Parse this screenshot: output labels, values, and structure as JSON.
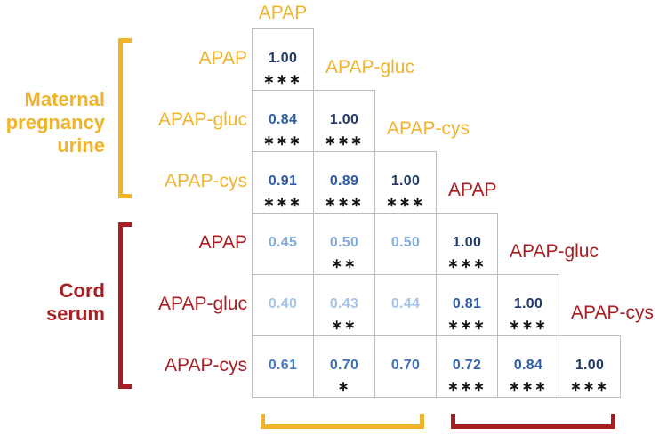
{
  "figure": {
    "groups": [
      {
        "id": "maternal",
        "label": "Maternal\npregnancy\nurine",
        "color": "#F0B42C"
      },
      {
        "id": "cord",
        "label": "Cord\nserum",
        "color": "#A71E23"
      }
    ],
    "grid_line_color": "#BDBDBD",
    "star_color": "#141414"
  },
  "chart_data": {
    "type": "heatmap",
    "description": "Lower-triangular correlation matrix of APAP metabolites in maternal pregnancy urine and cord serum; cells show correlation coefficient with significance asterisks",
    "variables": [
      {
        "label": "APAP",
        "group": "maternal"
      },
      {
        "label": "APAP-gluc",
        "group": "maternal"
      },
      {
        "label": "APAP-cys",
        "group": "maternal"
      },
      {
        "label": "APAP",
        "group": "cord"
      },
      {
        "label": "APAP-gluc",
        "group": "cord"
      },
      {
        "label": "APAP-cys",
        "group": "cord"
      }
    ],
    "cells": [
      {
        "row": 0,
        "col": 0,
        "value": "1.00",
        "stars": "***",
        "color": "#203A69"
      },
      {
        "row": 1,
        "col": 0,
        "value": "0.84",
        "stars": "***",
        "color": "#2E5CA6"
      },
      {
        "row": 1,
        "col": 1,
        "value": "1.00",
        "stars": "***",
        "color": "#203A69"
      },
      {
        "row": 2,
        "col": 0,
        "value": "0.91",
        "stars": "***",
        "color": "#2E5CA6"
      },
      {
        "row": 2,
        "col": 1,
        "value": "0.89",
        "stars": "***",
        "color": "#2E5CA6"
      },
      {
        "row": 2,
        "col": 2,
        "value": "1.00",
        "stars": "***",
        "color": "#203A69"
      },
      {
        "row": 3,
        "col": 0,
        "value": "0.45",
        "stars": "",
        "color": "#84ADDB"
      },
      {
        "row": 3,
        "col": 1,
        "value": "0.50",
        "stars": "**",
        "color": "#84ADDB"
      },
      {
        "row": 3,
        "col": 2,
        "value": "0.50",
        "stars": "",
        "color": "#84ADDB"
      },
      {
        "row": 3,
        "col": 3,
        "value": "1.00",
        "stars": "***",
        "color": "#203A69"
      },
      {
        "row": 4,
        "col": 0,
        "value": "0.40",
        "stars": "",
        "color": "#A6C5E9"
      },
      {
        "row": 4,
        "col": 1,
        "value": "0.43",
        "stars": "**",
        "color": "#A6C5E9"
      },
      {
        "row": 4,
        "col": 2,
        "value": "0.44",
        "stars": "",
        "color": "#A6C5E9"
      },
      {
        "row": 4,
        "col": 3,
        "value": "0.81",
        "stars": "***",
        "color": "#2E5CA6"
      },
      {
        "row": 4,
        "col": 4,
        "value": "1.00",
        "stars": "***",
        "color": "#203A69"
      },
      {
        "row": 5,
        "col": 0,
        "value": "0.61",
        "stars": "",
        "color": "#4679C0"
      },
      {
        "row": 5,
        "col": 1,
        "value": "0.70",
        "stars": "*",
        "color": "#3E70B9"
      },
      {
        "row": 5,
        "col": 2,
        "value": "0.70",
        "stars": "",
        "color": "#3E70B9"
      },
      {
        "row": 5,
        "col": 3,
        "value": "0.72",
        "stars": "***",
        "color": "#3566AE"
      },
      {
        "row": 5,
        "col": 4,
        "value": "0.84",
        "stars": "***",
        "color": "#2E5CA6"
      },
      {
        "row": 5,
        "col": 5,
        "value": "1.00",
        "stars": "***",
        "color": "#203A69"
      }
    ]
  }
}
